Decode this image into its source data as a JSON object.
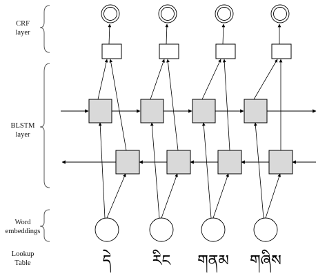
{
  "layers": {
    "crf": {
      "line1": "CRF",
      "line2": "layer"
    },
    "blstm": {
      "line1": "BLSTM",
      "line2": "layer"
    },
    "embed": {
      "line1": "Word",
      "line2": "embeddings"
    },
    "lookup": {
      "line1": "Lookup",
      "line2": "Table"
    }
  },
  "tokens": [
    "དེ",
    "རིང",
    "གནམ",
    "གཞིས"
  ],
  "colors": {
    "stroke": "#000000",
    "cell_fill": "#d9d9d9",
    "node_fill": "#ffffff"
  }
}
